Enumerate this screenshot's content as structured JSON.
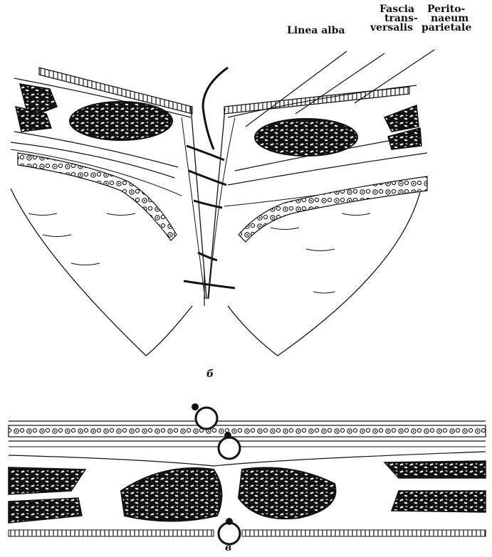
{
  "labels": {
    "fascia": [
      "Fascia",
      "trans-",
      "versalis"
    ],
    "peritoneum": [
      "Perito-",
      "naeum",
      "parietale"
    ],
    "linea_alba": "Linea alba"
  },
  "captions": {
    "top_figure": "б",
    "bottom_figure": "в"
  },
  "colors": {
    "ink": "#111111",
    "paper": "#ffffff"
  }
}
